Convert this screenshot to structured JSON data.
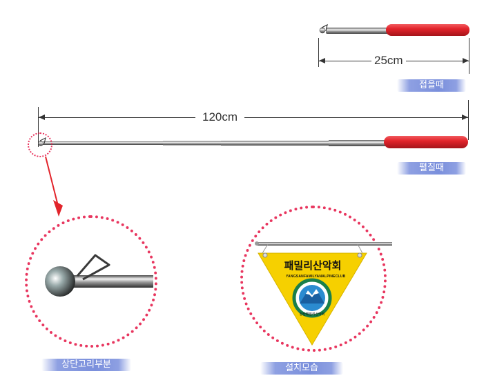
{
  "dimensions": {
    "folded_length": "25cm",
    "extended_length": "120cm"
  },
  "labels": {
    "folded": "접을때",
    "extended": "펼칠때",
    "top_hook_part": "상단고리부분",
    "installed_view": "설치모습"
  },
  "pennant": {
    "title": "패밀리산악회",
    "club_arc_text": "YANGSANFAMILYANALPINECLUB",
    "sub_text": "양산패밀리산악회"
  },
  "colors": {
    "grip_red": "#e2242b",
    "highlight_pink": "#e8365f",
    "badge_blue": "#7a8fdc",
    "pennant_yellow": "#f6d000"
  }
}
